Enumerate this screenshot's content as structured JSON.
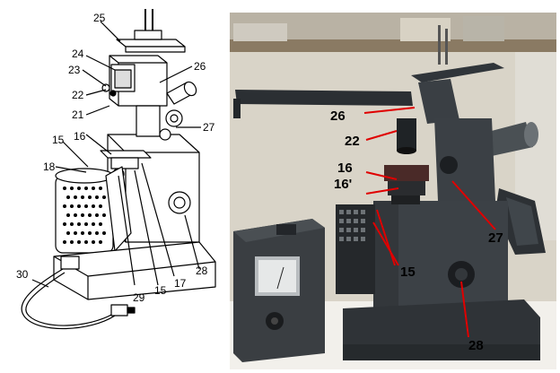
{
  "left_drawing": {
    "labels": [
      "25",
      "24",
      "23",
      "22",
      "21",
      "26",
      "27",
      "16",
      "15",
      "18",
      "28",
      "29",
      "15",
      "17",
      "30"
    ]
  },
  "right_photo": {
    "labels": [
      "26",
      "22",
      "16",
      "16'",
      "15",
      "27",
      "28"
    ],
    "arrow_color": "#e00000"
  }
}
